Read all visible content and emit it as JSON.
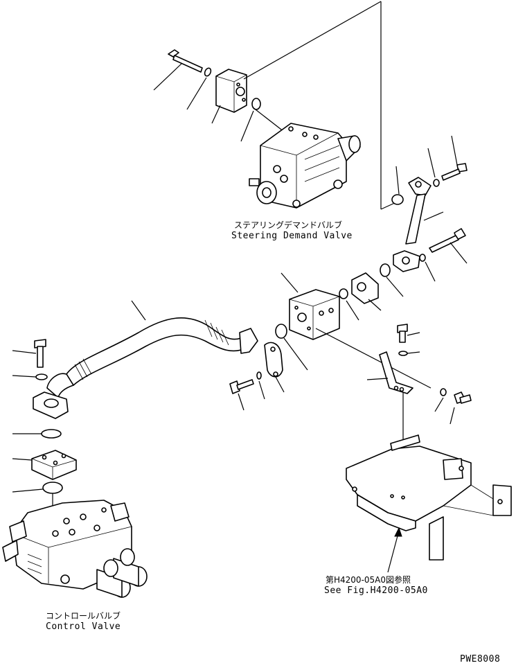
{
  "labels": {
    "steering_jp": "ステアリングデマンドバルブ",
    "steering_en": "Steering Demand Valve",
    "control_jp": "コントロールバルブ",
    "control_en": "Control Valve",
    "ref_jp": "第H4200-05A0図参照",
    "ref_en": "See Fig.H4200-05A0",
    "drawing_code": "PWE8008"
  },
  "icons": [
    "steering-demand-valve-icon",
    "control-valve-icon",
    "hose-icon",
    "bracket-icon",
    "bolt-icon",
    "washer-icon",
    "o-ring-icon",
    "flange-block-icon"
  ]
}
